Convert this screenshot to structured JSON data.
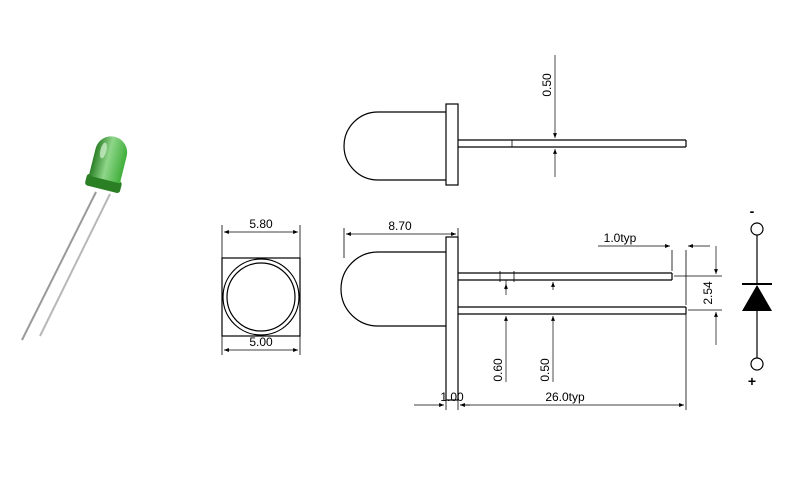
{
  "colors": {
    "led_green": "#3fae3a",
    "led_green_dark": "#2a7f25",
    "led_green_light": "#8fd68a",
    "leg_gray": "#b8b8b8",
    "line": "#000000"
  },
  "dimensions": {
    "dome_width": "5.80",
    "body_diameter": "5.00",
    "body_length": "8.70",
    "lead_offset_top": "0.50",
    "lead_width": "0.60",
    "lead_thickness": "0.50",
    "flange": "1.00",
    "lead_length": "26.0typ",
    "lead_step": "1.0typ",
    "pitch": "2.54"
  },
  "symbol": {
    "cathode_sign": "-",
    "anode_sign": "+"
  }
}
